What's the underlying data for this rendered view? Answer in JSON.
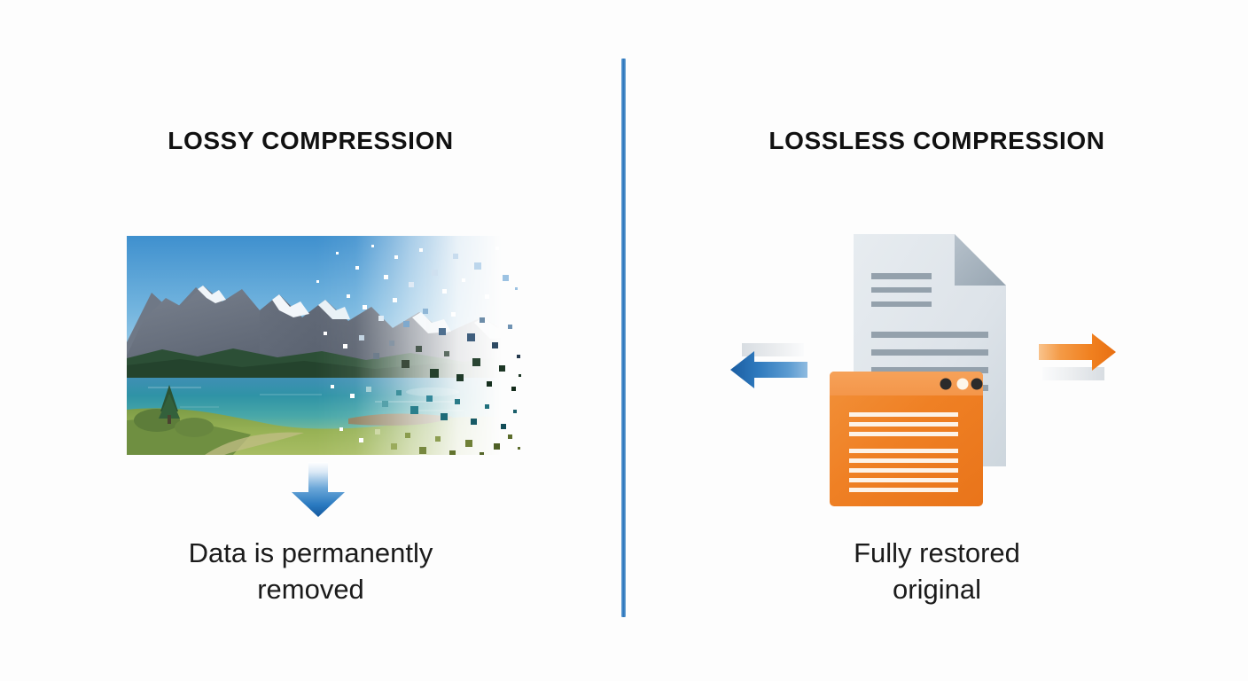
{
  "background_color": "#fdfdfd",
  "divider": {
    "color": "#2f78bd",
    "name": "vertical-divider"
  },
  "left_panel": {
    "title": "LOSSY COMPRESSION",
    "caption": "Data is permanently\nremoved",
    "photo": {
      "subject": "mountain-lake-landscape",
      "description": "Snow-capped mountains above a turquoise alpine lake with evergreen forest and grassy foreground under a clear blue sky",
      "effect": "pixel-dissolve-right-edge",
      "sky_color": "#4a9bd4",
      "mountain_color": "#5c6472",
      "snow_color": "#eef3f7",
      "forest_color": "#2f5438",
      "lake_color": "#2e8fa0",
      "grass_color": "#8fae4e"
    },
    "arrow": {
      "direction": "down",
      "color": "#2a77bd",
      "gradient_from": "#ffffff",
      "gradient_to": "#1b62a8"
    }
  },
  "right_panel": {
    "title": "LOSSLESS COMPRESSION",
    "caption": "Fully restored\noriginal",
    "document": {
      "label": "document-page",
      "page_color": "#dde3e8",
      "fold_color": "#9fadb8",
      "line_color": "#8e9aa5",
      "top_lines": 3,
      "bottom_lines": 4
    },
    "window": {
      "label": "app-window-card",
      "body_color": "#f08022",
      "titlebar_color": "#f49a4a",
      "line_color": "#fdf3e8",
      "dots": [
        "#2b2b2b",
        "#fdf6ea",
        "#2b2b2b"
      ],
      "top_lines": 3,
      "bottom_lines": 5
    },
    "arrow_left": {
      "direction": "left",
      "color": "#2a77bd",
      "shadow_color": "#e6e9ec"
    },
    "arrow_right": {
      "direction": "right",
      "color": "#f0801f",
      "shadow_color": "#e6e9ec"
    }
  }
}
